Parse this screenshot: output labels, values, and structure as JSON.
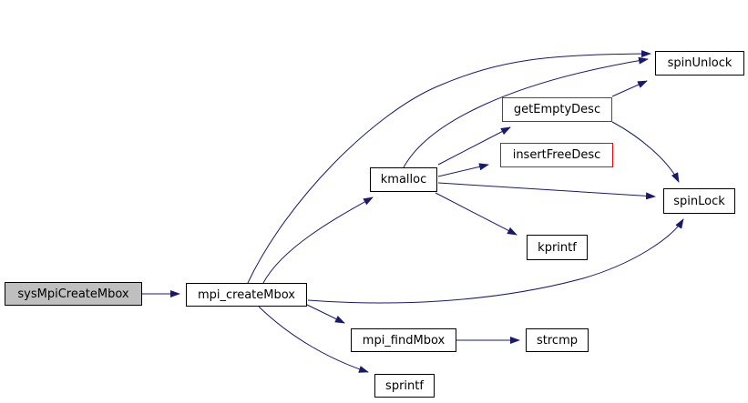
{
  "diagram": {
    "type": "call-graph",
    "colors": {
      "background": "#ffffff",
      "edge": "#191970",
      "node_border": "#000000",
      "node_fill": "#ffffff",
      "focus_fill": "#bfbfbf",
      "truncated_border": "#ff0000",
      "text": "#000000"
    },
    "nodes": [
      {
        "id": "sysMpiCreateMbox",
        "label": "sysMpiCreateMbox",
        "style": "focus"
      },
      {
        "id": "mpi_createMbox",
        "label": "mpi_createMbox",
        "style": "normal"
      },
      {
        "id": "kmalloc",
        "label": "kmalloc",
        "style": "normal"
      },
      {
        "id": "getEmptyDesc",
        "label": "getEmptyDesc",
        "style": "truncated"
      },
      {
        "id": "insertFreeDesc",
        "label": "insertFreeDesc",
        "style": "truncated"
      },
      {
        "id": "spinUnlock",
        "label": "spinUnlock",
        "style": "normal"
      },
      {
        "id": "spinLock",
        "label": "spinLock",
        "style": "normal"
      },
      {
        "id": "kprintf",
        "label": "kprintf",
        "style": "normal"
      },
      {
        "id": "mpi_findMbox",
        "label": "mpi_findMbox",
        "style": "normal"
      },
      {
        "id": "strcmp",
        "label": "strcmp",
        "style": "normal"
      },
      {
        "id": "sprintf",
        "label": "sprintf",
        "style": "normal"
      }
    ],
    "edges": [
      {
        "from": "sysMpiCreateMbox",
        "to": "mpi_createMbox"
      },
      {
        "from": "mpi_createMbox",
        "to": "kmalloc"
      },
      {
        "from": "mpi_createMbox",
        "to": "spinUnlock"
      },
      {
        "from": "mpi_createMbox",
        "to": "spinLock"
      },
      {
        "from": "mpi_createMbox",
        "to": "mpi_findMbox"
      },
      {
        "from": "mpi_createMbox",
        "to": "sprintf"
      },
      {
        "from": "kmalloc",
        "to": "getEmptyDesc"
      },
      {
        "from": "kmalloc",
        "to": "insertFreeDesc"
      },
      {
        "from": "kmalloc",
        "to": "spinUnlock"
      },
      {
        "from": "kmalloc",
        "to": "spinLock"
      },
      {
        "from": "kmalloc",
        "to": "kprintf"
      },
      {
        "from": "getEmptyDesc",
        "to": "spinUnlock"
      },
      {
        "from": "getEmptyDesc",
        "to": "spinLock"
      },
      {
        "from": "mpi_findMbox",
        "to": "strcmp"
      }
    ]
  }
}
